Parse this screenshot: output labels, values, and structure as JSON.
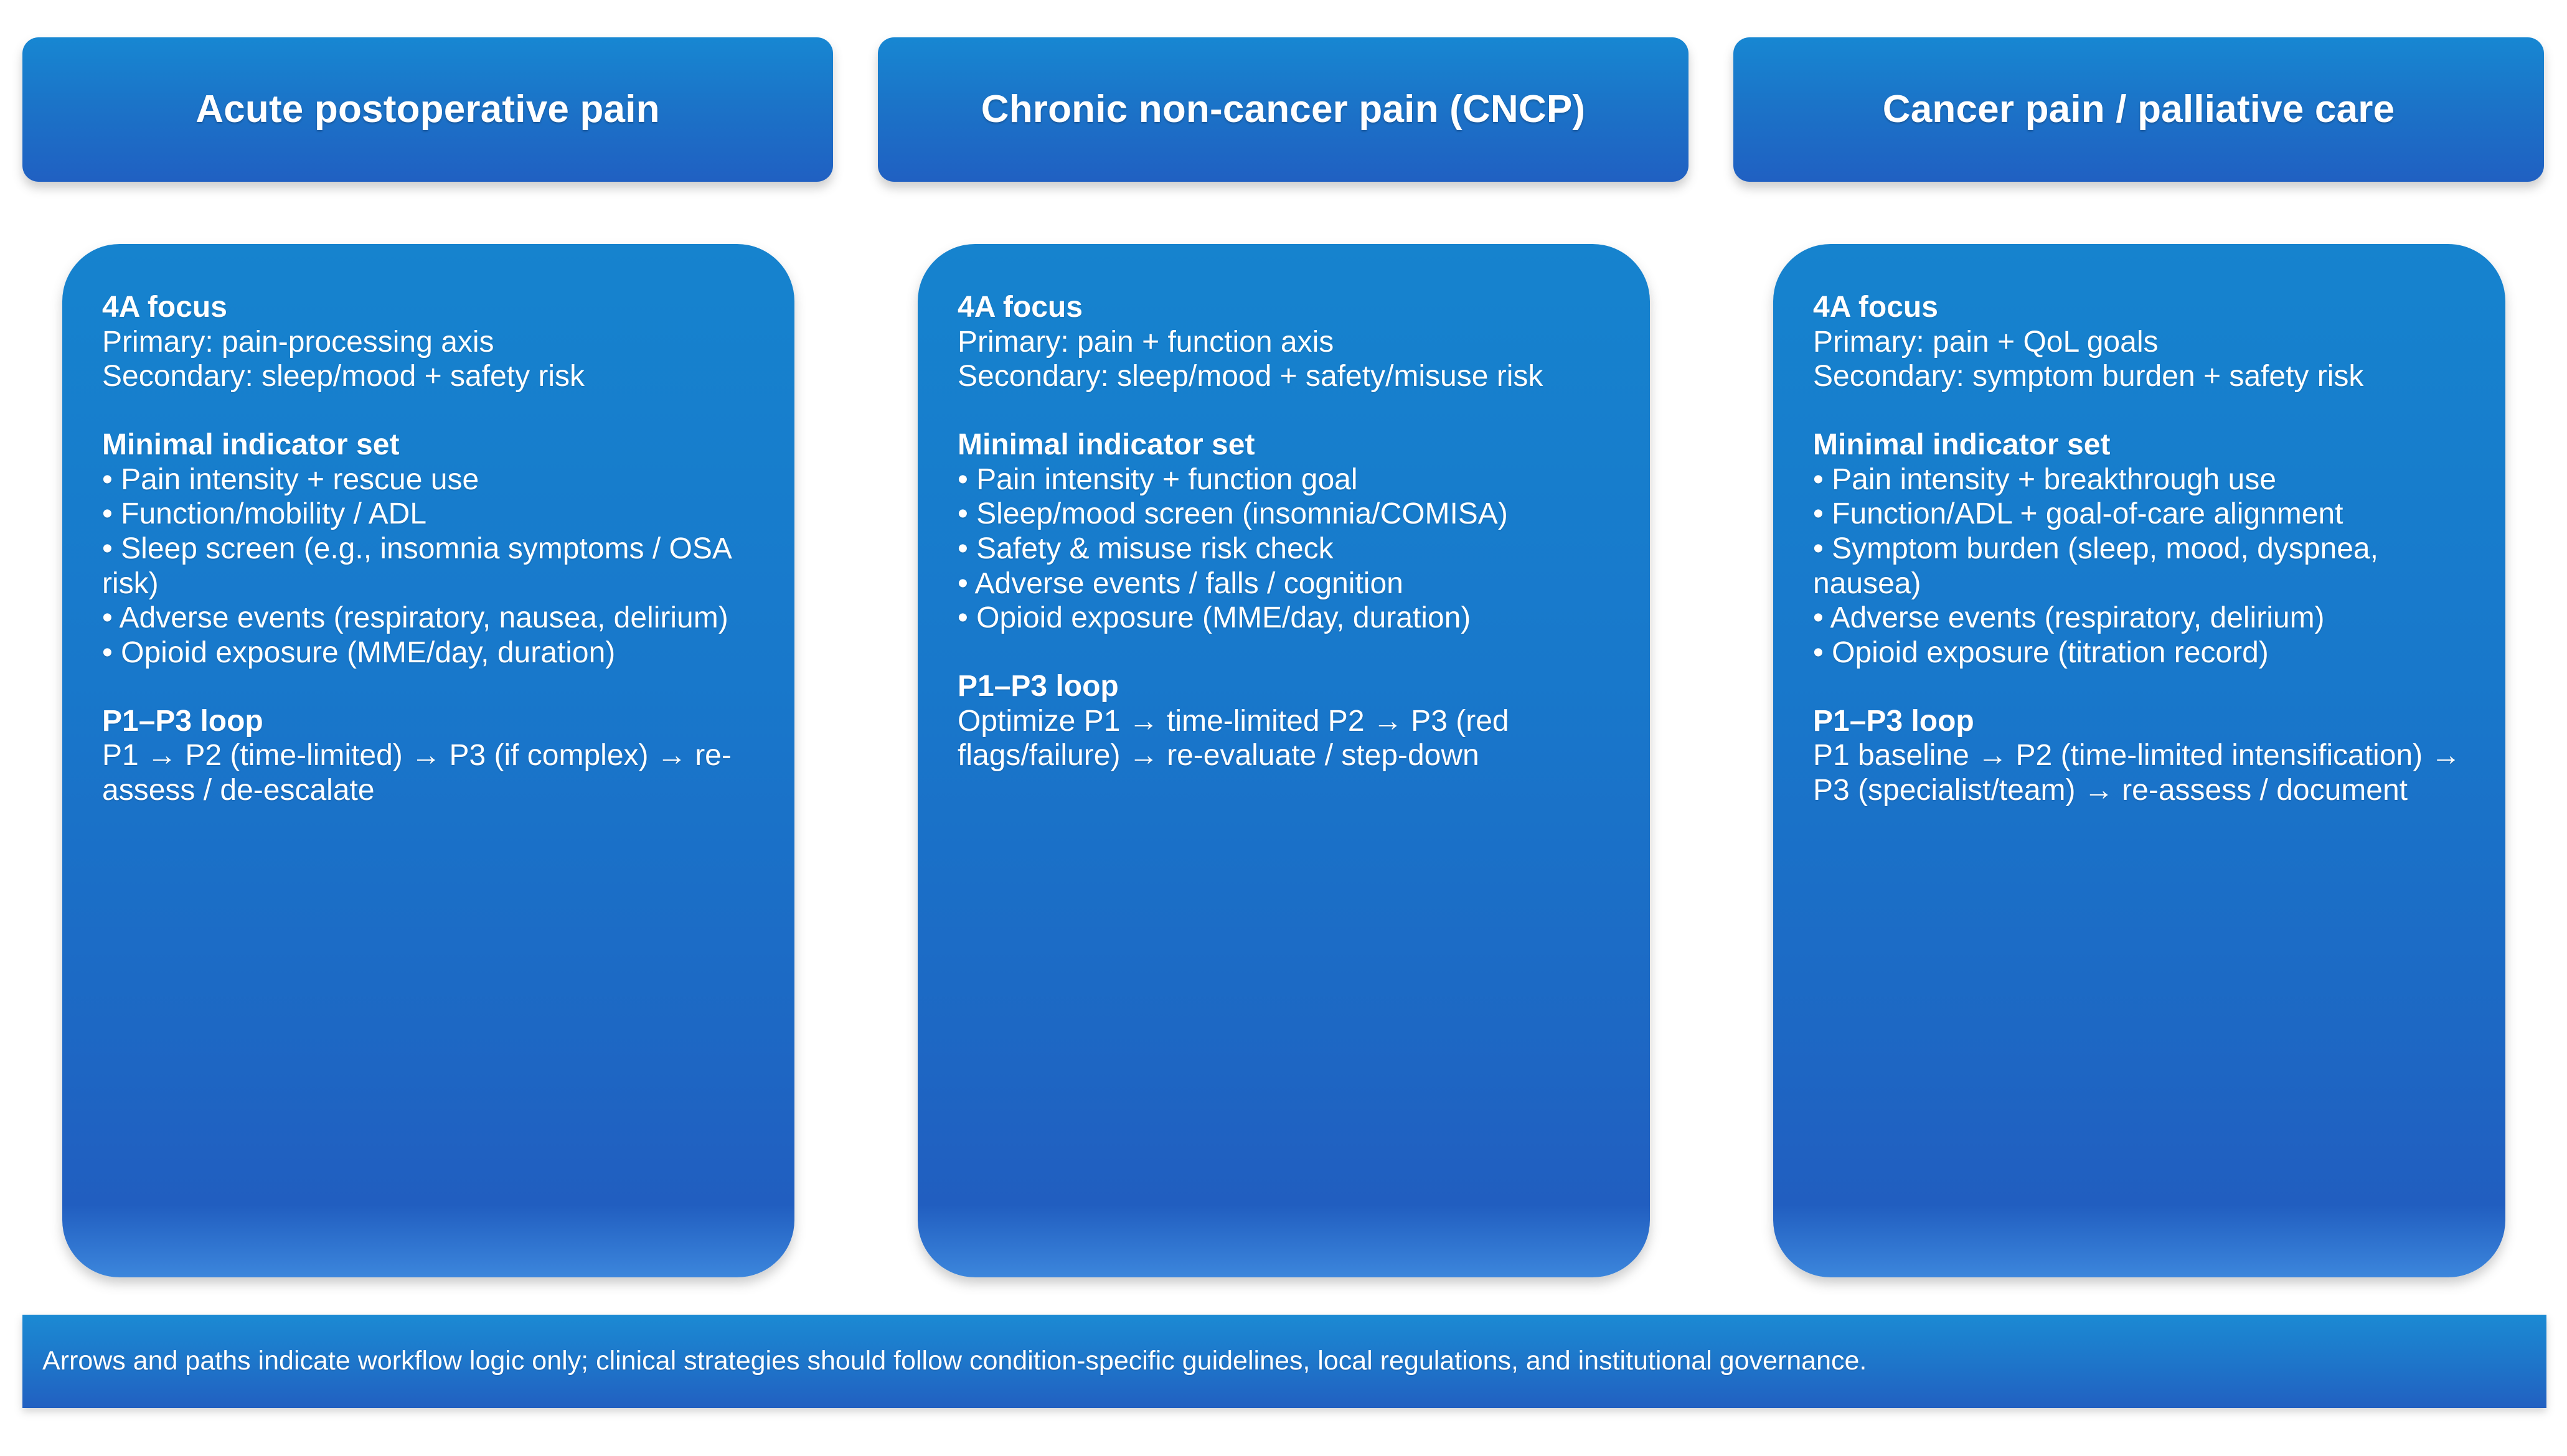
{
  "columns": [
    {
      "header": "Acute postoperative pain",
      "focus_heading": "4A focus",
      "focus_lines": [
        "Primary: pain-processing axis",
        "Secondary: sleep/mood + safety risk"
      ],
      "indicator_heading": "Minimal indicator set",
      "indicators": [
        "• Pain intensity + rescue use",
        "• Function/mobility / ADL",
        "• Sleep screen (e.g., insomnia symptoms / OSA risk)",
        "• Adverse events (respiratory, nausea, delirium)",
        "• Opioid exposure (MME/day, duration)"
      ],
      "loop_heading": "P1–P3 loop",
      "loop_lines": [
        "P1 → P2 (time-limited) → P3 (if complex) → re-assess / de-escalate"
      ]
    },
    {
      "header": "Chronic non-cancer pain (CNCP)",
      "focus_heading": "4A focus",
      "focus_lines": [
        "Primary: pain + function axis",
        "Secondary: sleep/mood + safety/misuse risk"
      ],
      "indicator_heading": "Minimal indicator set",
      "indicators": [
        "• Pain intensity + function goal",
        "• Sleep/mood screen (insomnia/COMISA)",
        "• Safety & misuse risk check",
        "• Adverse events / falls / cognition",
        "• Opioid exposure (MME/day, duration)"
      ],
      "loop_heading": "P1–P3 loop",
      "loop_lines": [
        "Optimize P1 → time-limited P2 → P3 (red flags/failure) → re-evaluate / step-down"
      ]
    },
    {
      "header": "Cancer pain / palliative care",
      "focus_heading": "4A focus",
      "focus_lines": [
        "Primary: pain + QoL goals",
        "Secondary: symptom burden + safety risk"
      ],
      "indicator_heading": "Minimal indicator set",
      "indicators": [
        "• Pain intensity + breakthrough use",
        "• Function/ADL + goal-of-care alignment",
        "• Symptom burden (sleep, mood, dyspnea, nausea)",
        "• Adverse events (respiratory, delirium)",
        "• Opioid exposure (titration record)"
      ],
      "loop_heading": "P1–P3 loop",
      "loop_lines": [
        "P1 baseline → P2 (time-limited intensification) → P3 (specialist/team) → re-assess / document"
      ]
    }
  ],
  "footer": {
    "note": "Arrows and paths indicate workflow logic only; clinical strategies should follow condition-specific guidelines, local regulations, and institutional governance."
  },
  "colors": {
    "card_top": "#1683CE",
    "card_bottom": "#215EC0",
    "header_top": "#1787D2",
    "header_bottom": "#2060C2",
    "text": "#FFFFFF",
    "background": "#FFFFFF"
  }
}
